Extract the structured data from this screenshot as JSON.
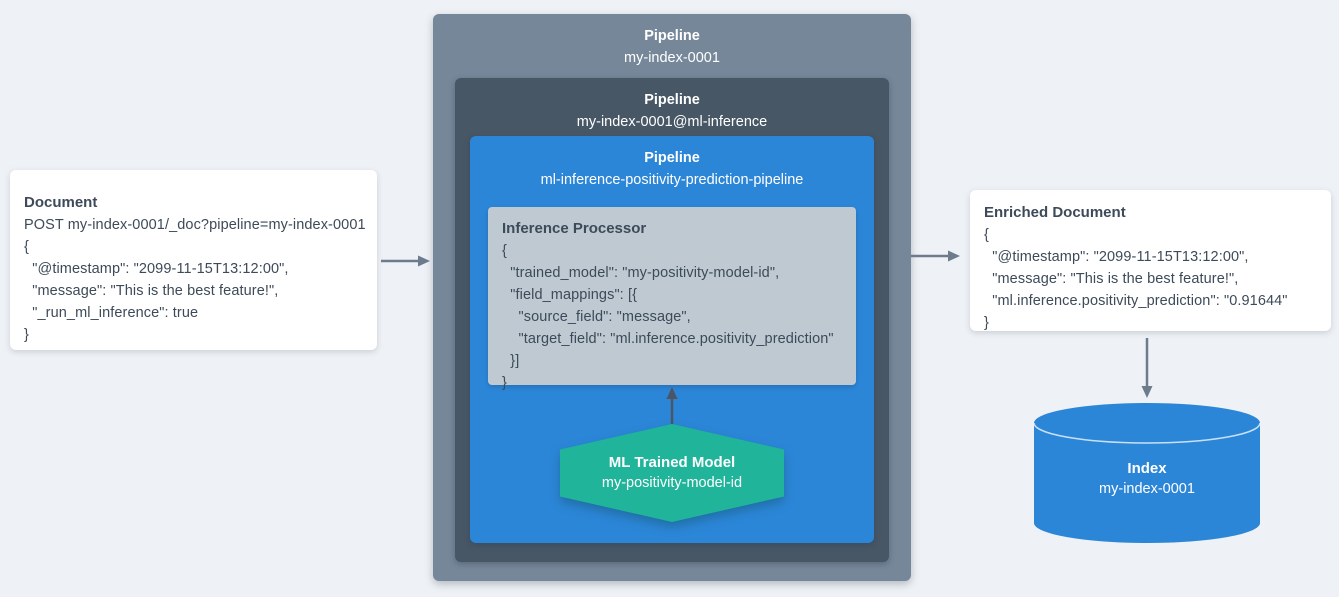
{
  "document_card": {
    "title": "Document",
    "lines": [
      "POST my-index-0001/_doc?pipeline=my-index-0001",
      "{",
      "  \"@timestamp\": \"2099-11-15T13:12:00\",",
      "  \"message\": \"This is the best feature!\",",
      "  \"_run_ml_inference\": true",
      "}"
    ]
  },
  "outer_pipeline": {
    "label": "Pipeline",
    "name": "my-index-0001"
  },
  "ml_inference_pipeline": {
    "label": "Pipeline",
    "name": "my-index-0001@ml-inference"
  },
  "positivity_pipeline": {
    "label": "Pipeline",
    "name": "ml-inference-positivity-prediction-pipeline"
  },
  "inference_processor": {
    "title": "Inference Processor",
    "lines": [
      "{",
      "  \"trained_model\": \"my-positivity-model-id\",",
      "  \"field_mappings\": [{",
      "    \"source_field\": \"message\",",
      "    \"target_field\": \"ml.inference.positivity_prediction\"",
      "  }]",
      "}"
    ]
  },
  "ml_trained_model": {
    "title": "ML Trained Model",
    "name": "my-positivity-model-id"
  },
  "enriched_card": {
    "title": "Enriched Document",
    "lines": [
      "{",
      "  \"@timestamp\": \"2099-11-15T13:12:00\",",
      "  \"message\": \"This is the best feature!\",",
      "  \"ml.inference.positivity_prediction\": \"0.91644\"",
      "}"
    ]
  },
  "index": {
    "title": "Index",
    "name": "my-index-0001"
  },
  "colors": {
    "background": "#eef1f5",
    "outer_pipeline": "#76879a",
    "ml_inference_pipeline": "#475765",
    "positivity_pipeline": "#2c86d8",
    "processor_box": "#bec9d2",
    "model_hexagon": "#20b49b",
    "index_cylinder": "#2c86d8",
    "card_text": "#3d4a59",
    "arrow": "#6d7c8c",
    "model_arrow": "#4b5563"
  }
}
